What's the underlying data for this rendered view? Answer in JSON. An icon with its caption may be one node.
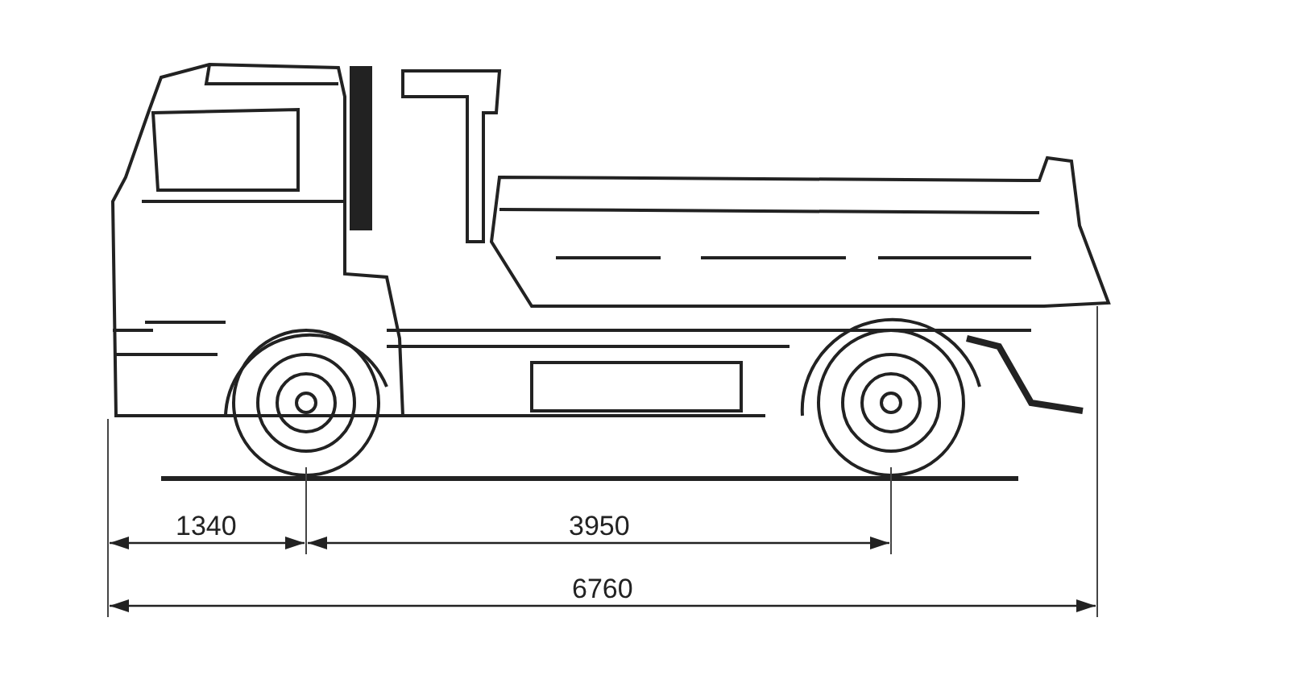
{
  "diagram": {
    "labels": [
      "1340",
      "3950",
      "6760"
    ]
  }
}
